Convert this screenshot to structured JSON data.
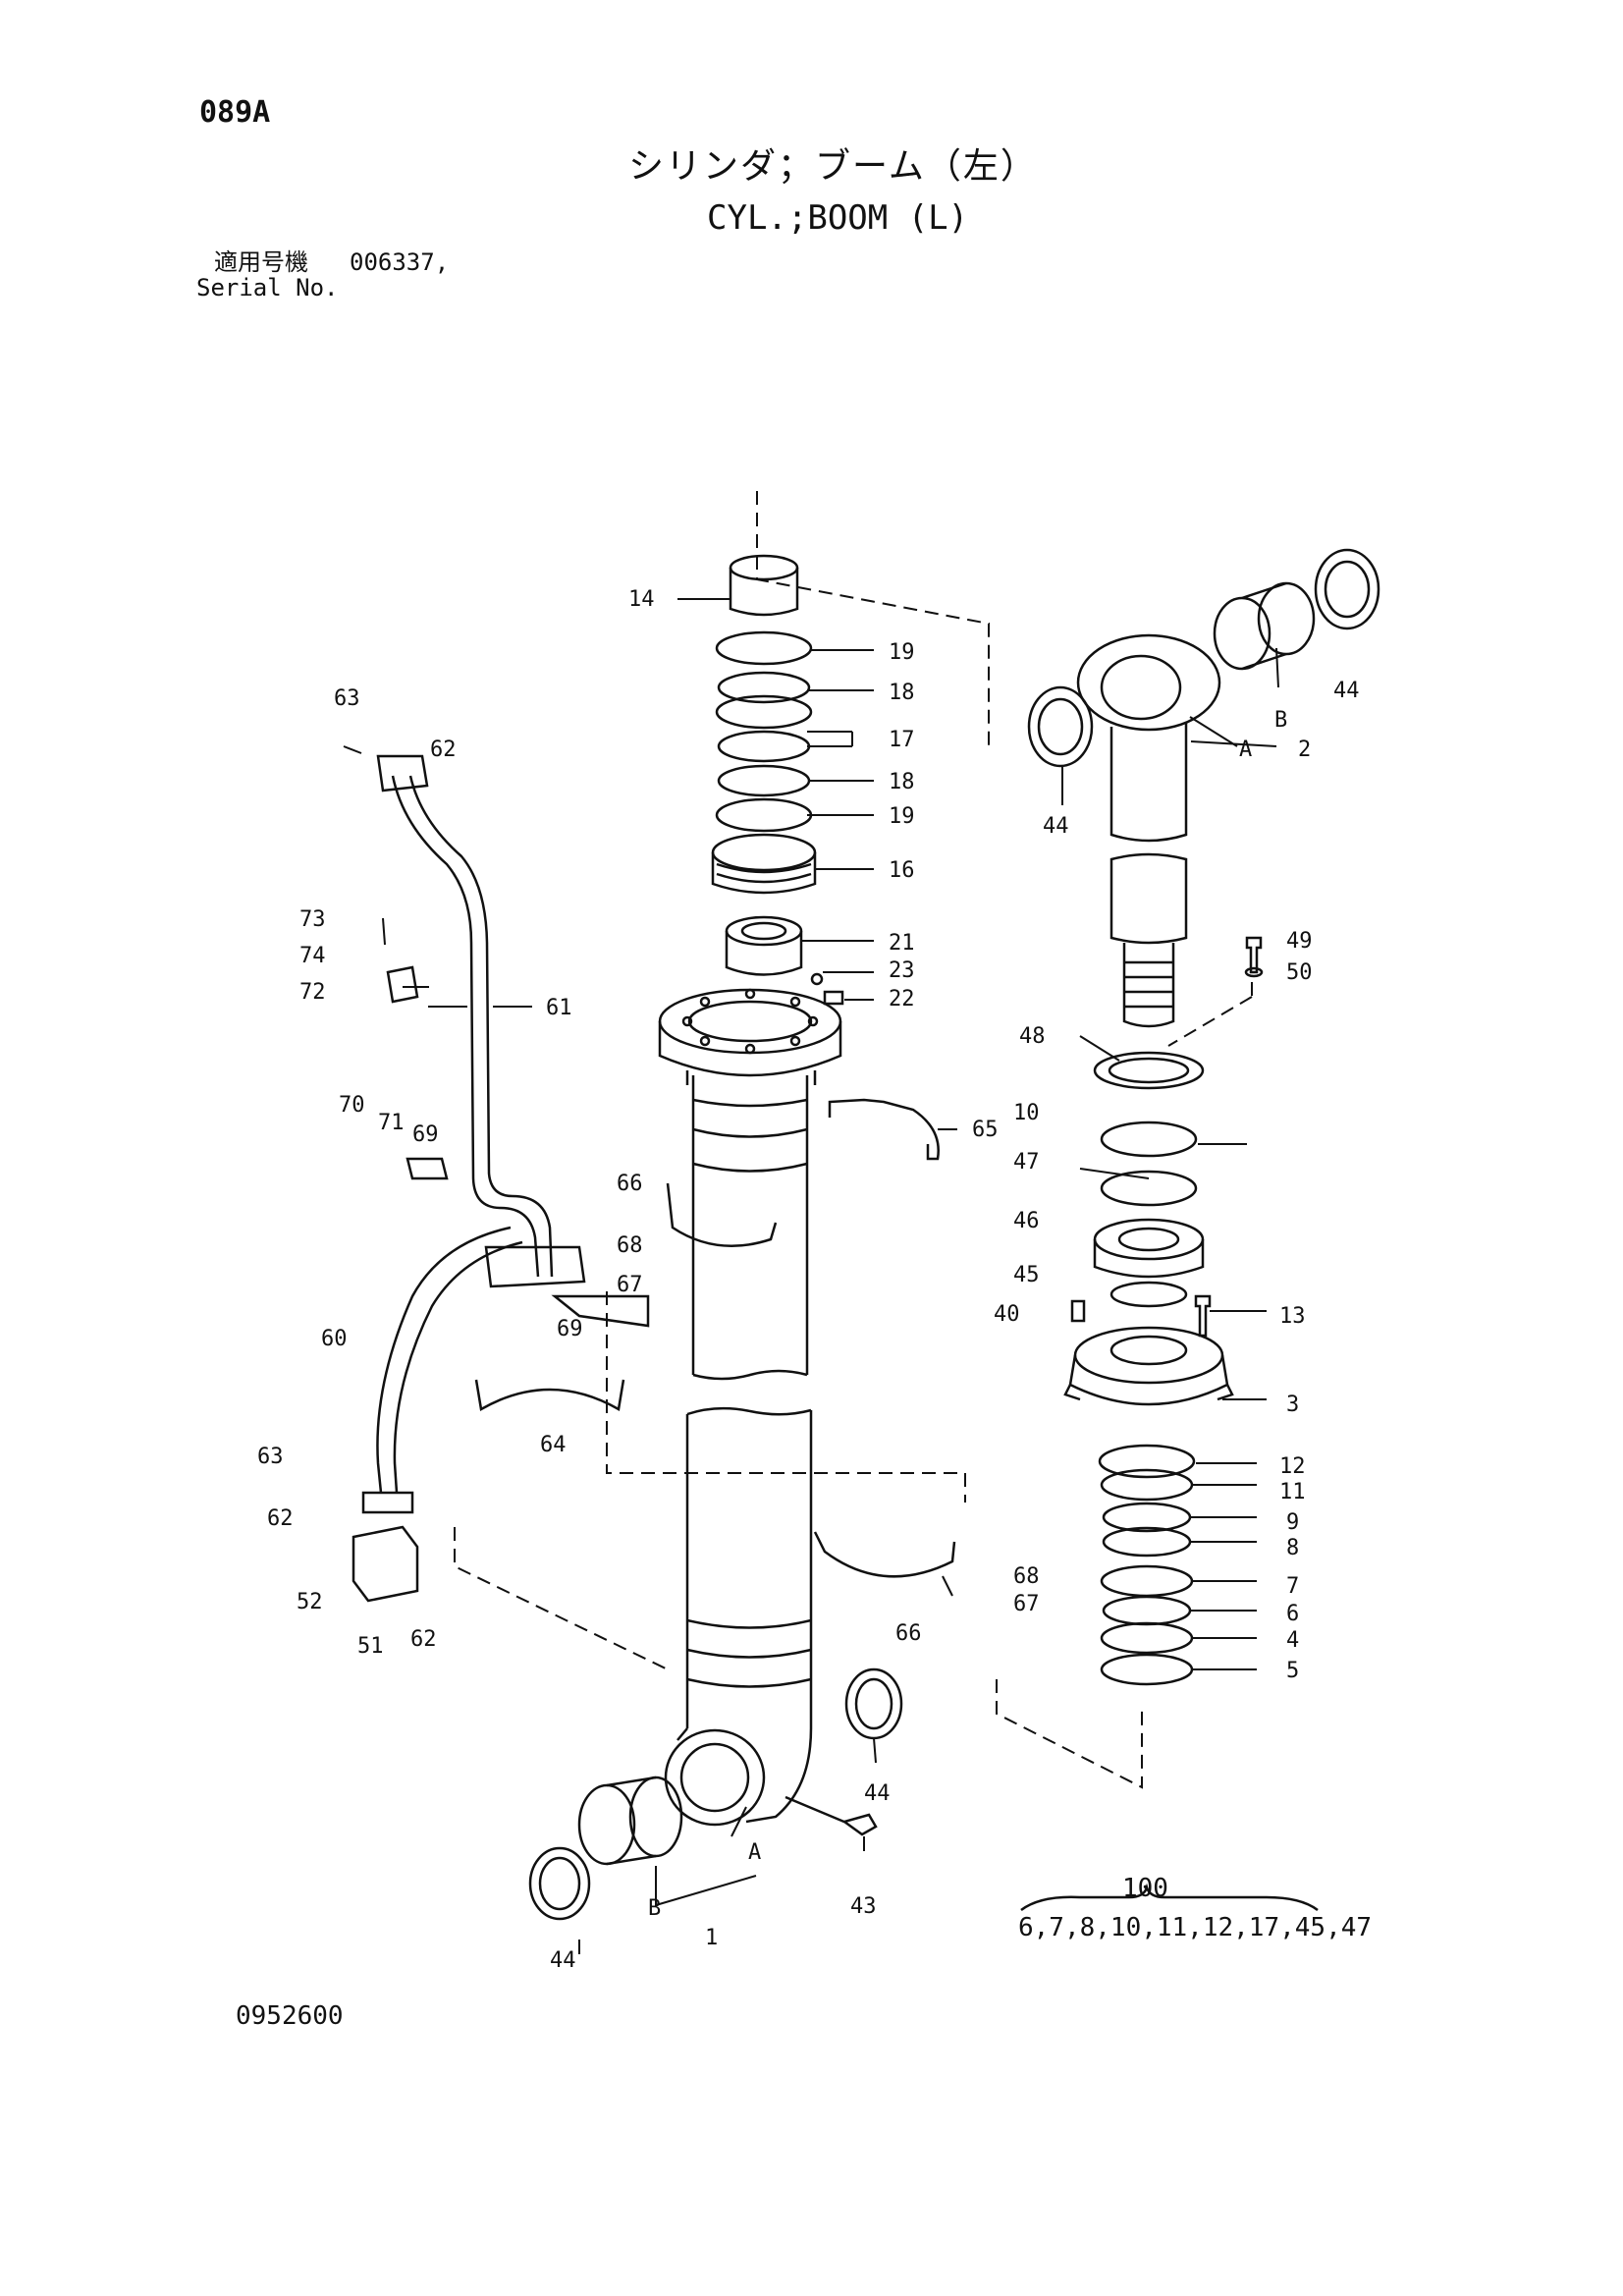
{
  "header": {
    "page_code": "089A",
    "title_ja": "シリンダ；ブーム（左）",
    "title_en": "CYL.;BOOM (L)",
    "serial_label_ja": "適用号機",
    "serial_value": "006337,",
    "serial_label_en": "Serial No."
  },
  "footer": {
    "drawing_number": "0952600"
  },
  "kit": {
    "number": "100",
    "contents": "6,7,8,10,11,12,17,45,47"
  },
  "callouts": {
    "c1": "1",
    "c2": "2",
    "c3": "3",
    "c4": "4",
    "c5": "5",
    "c6": "6",
    "c7": "7",
    "c8": "8",
    "c9": "9",
    "c10": "10",
    "c11": "11",
    "c12": "12",
    "c13": "13",
    "c14": "14",
    "c16": "16",
    "c17": "17",
    "c18": "18",
    "c19": "19",
    "c21": "21",
    "c22": "22",
    "c23": "23",
    "c40": "40",
    "c43": "43",
    "c44": "44",
    "c45": "45",
    "c46": "46",
    "c47": "47",
    "c48": "48",
    "c49": "49",
    "c50": "50",
    "c51": "51",
    "c52": "52",
    "c60": "60",
    "c61": "61",
    "c62": "62",
    "c63": "63",
    "c64": "64",
    "c65": "65",
    "c66": "66",
    "c67": "67",
    "c68": "68",
    "c69": "69",
    "c70": "70",
    "c71": "71",
    "c72": "72",
    "c73": "73",
    "c74": "74",
    "A": "A",
    "B": "B"
  }
}
